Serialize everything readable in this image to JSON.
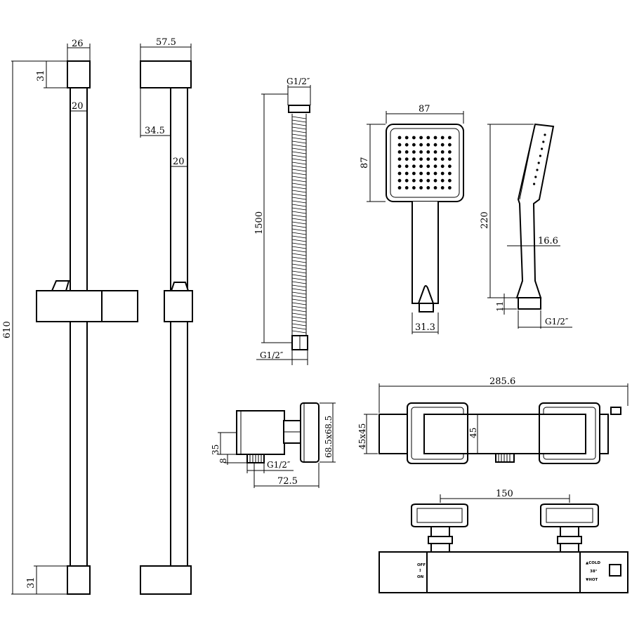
{
  "riser": {
    "top_width": "26",
    "top_height": "31",
    "bar_diameter": "20",
    "total_height": "610",
    "bottom_height": "31",
    "side_depth": "57.5",
    "wall_offset": "34.5",
    "side_bar_diameter": "20"
  },
  "hose": {
    "top_thread": "G1/2″",
    "length": "1500",
    "bottom_thread": "G1/2″"
  },
  "handset": {
    "head_width": "87",
    "head_height": "87",
    "handle_width": "31.3",
    "side_length": "220",
    "side_handle_width": "16.6",
    "connector_height": "11",
    "connector_thread": "G1/2″"
  },
  "outlet_elbow": {
    "height": "35",
    "nipple_height": "8",
    "thread": "G1/2″",
    "depth": "72.5",
    "plate_size": "68.5x68.5"
  },
  "valve": {
    "length": "285.6",
    "body_profile": "45x45",
    "body_height": "45",
    "centres": "150",
    "label_off": "OFF",
    "label_on": "ON",
    "label_cold": "▲COLD",
    "label_temp": "38°",
    "label_hot": "▼HOT"
  }
}
